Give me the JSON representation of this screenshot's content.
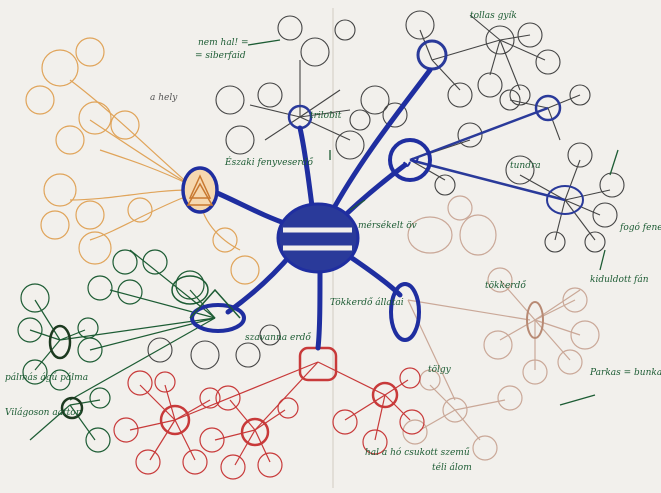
{
  "labels": {
    "nem_hal": "nem hal! =",
    "siberfaid": "= siberfaid",
    "eszaki_fenyveserdo": "Északi fenyveserdő",
    "mersekelt_ov": "mérsékelt öv",
    "tollas_gyik": "tollas gyík",
    "trilobit": "trilobit",
    "tundra": "tundra",
    "fogo_fene": "fogó fene",
    "kiduldott_fan": "kiduldott fán",
    "tokkerdo_allatai": "Tökkerdő állatai",
    "tokkerdo": "tökkerdő",
    "larkas_bunka": "Parkas = bunka vadgazt",
    "vilagoson_aattop": "Világoson aattop",
    "palmas_agu_palma": "pálmás ágú pálma",
    "szavanna_erdo": "szavanna erdő",
    "hal_a_ho": "hal a hó csukott szemű",
    "teli_alom": "téli álom",
    "tolgy": "tölgy",
    "a_hely": "a hely"
  },
  "colors": {
    "paper": "#f2f0ec",
    "center_blue": "#1f2ea0",
    "navy": "#2a3a9a",
    "green": "#1d5c34",
    "orange": "#e0a45a",
    "red": "#c83a3a",
    "tan": "#caa898",
    "gray": "#555555"
  }
}
